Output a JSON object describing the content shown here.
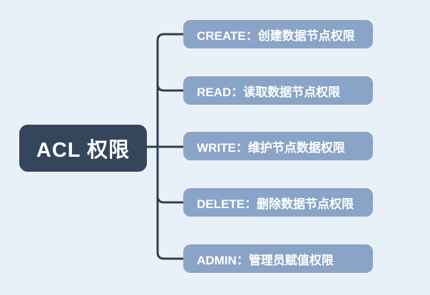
{
  "diagram": {
    "title": "ACL permissions mind map",
    "root": {
      "label": "ACL 权限"
    },
    "children": [
      {
        "key": "CREATE",
        "label": "CREATE：创建数据节点权限"
      },
      {
        "key": "READ",
        "label": "READ：读取数据节点权限"
      },
      {
        "key": "WRITE",
        "label": "WRITE：维护节点数据权限"
      },
      {
        "key": "DELETE",
        "label": "DELETE：删除数据节点权限"
      },
      {
        "key": "ADMIN",
        "label": "ADMIN：管理员赋值权限"
      }
    ],
    "colors": {
      "background": "#e9f1f8",
      "root_fill": "#35455c",
      "child_fill": "#8aa4c8",
      "text": "#ffffff",
      "connector": "#2f3e50"
    }
  }
}
